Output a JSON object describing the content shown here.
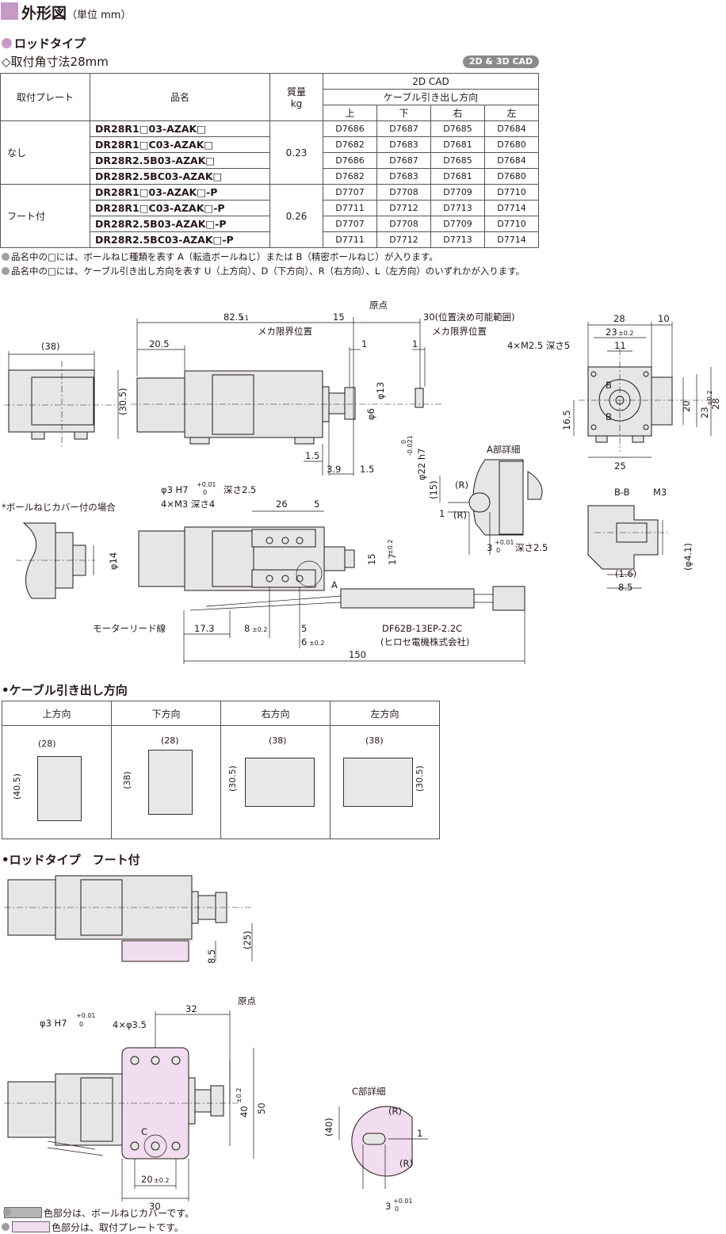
{
  "header": {
    "title": "外形図",
    "unit": "（単位 mm）"
  },
  "section1": {
    "title": "ロッドタイプ",
    "subtitle": "◇取付角寸法28mm",
    "cad_badge": "2D & 3D CAD"
  },
  "table": {
    "col_plate": "取付プレート",
    "col_name": "品名",
    "col_mass": "質量",
    "col_mass_unit": "kg",
    "col_cad": "2D CAD",
    "col_cable": "ケーブル引き出し方向",
    "dirs": [
      "上",
      "下",
      "右",
      "左"
    ],
    "groups": [
      {
        "plate": "なし",
        "mass": "0.23",
        "rows": [
          {
            "name": "DR28R1□03-AZAK□",
            "codes": [
              "D7686",
              "D7687",
              "D7685",
              "D7684"
            ]
          },
          {
            "name": "DR28R1□C03-AZAK□",
            "codes": [
              "D7682",
              "D7683",
              "D7681",
              "D7680"
            ]
          },
          {
            "name": "DR28R2.5B03-AZAK□",
            "codes": [
              "D7686",
              "D7687",
              "D7685",
              "D7684"
            ]
          },
          {
            "name": "DR28R2.5BC03-AZAK□",
            "codes": [
              "D7682",
              "D7683",
              "D7681",
              "D7680"
            ]
          }
        ]
      },
      {
        "plate": "フート付",
        "mass": "0.26",
        "rows": [
          {
            "name": "DR28R1□03-AZAK□-P",
            "codes": [
              "D7707",
              "D7708",
              "D7709",
              "D7710"
            ]
          },
          {
            "name": "DR28R1□C03-AZAK□-P",
            "codes": [
              "D7711",
              "D7712",
              "D7713",
              "D7714"
            ]
          },
          {
            "name": "DR28R2.5B03-AZAK□-P",
            "codes": [
              "D7707",
              "D7708",
              "D7709",
              "D7710"
            ]
          },
          {
            "name": "DR28R2.5BC03-AZAK□-P",
            "codes": [
              "D7711",
              "D7712",
              "D7713",
              "D7714"
            ]
          }
        ]
      }
    ]
  },
  "notes": [
    "品名中の□には、ボールねじ種類を表す A（転造ボールねじ）または B（精密ボールねじ）が入ります。",
    "品名中の□には、ケーブル引き出し方向を表す U（上方向）、D（下方向）、R（右方向）、L（左方向）のいずれかが入ります。"
  ],
  "drawing1": {
    "labels": [
      "原点",
      "82.5",
      "±1",
      "15",
      "30(位置決め可能範囲)",
      "メカ限界位置",
      "メカ限界位置",
      "1",
      "1",
      "(38)",
      "20.5",
      "(30.5)",
      "φ13",
      "φ6",
      "1.5",
      "3.9",
      "1.5",
      "φ22 h7",
      "0",
      "-0.021",
      "28",
      "10",
      "23",
      "±0.2",
      "11",
      "4×M2.5 深さ5",
      "B",
      "B",
      "20",
      "23",
      "±0.2",
      "28",
      "16.5",
      "25"
    ]
  },
  "drawing2": {
    "labels": [
      "*ボールねじカバー付の場合",
      "φ3 H7",
      "+0.01",
      "0",
      "深さ2.5",
      "4×M3 深さ4",
      "26",
      "5",
      "φ14",
      "15",
      "17",
      "±0.2",
      "A",
      "モーターリード線",
      "17.3",
      "8",
      "±0.2",
      "5",
      "6",
      "±0.2",
      "150",
      "DF62B-13EP-2.2C",
      "(ヒロセ電機株式会社)",
      "A部詳細",
      "(15)",
      "(R)",
      "(R)",
      "1",
      "3",
      "+0.01",
      "0",
      "深さ2.5",
      "B-B",
      "M3",
      "(φ4.1)",
      "(1.6)",
      "8.5"
    ]
  },
  "cable_section": {
    "title": "ケーブル引き出し方向",
    "headers": [
      "上方向",
      "下方向",
      "右方向",
      "左方向"
    ],
    "dims": [
      [
        "(28)",
        "(40.5)"
      ],
      [
        "(28)",
        "(38)"
      ],
      [
        "(38)",
        "(30.5)"
      ],
      [
        "(38)",
        "(30.5)"
      ]
    ]
  },
  "foot_section": {
    "title": "ロッドタイプ　フート付",
    "labels": [
      "8.5",
      "(25)",
      "原点",
      "32",
      "φ3 H7",
      "+0.01",
      "0",
      "4×φ3.5",
      "40",
      "±0.2",
      "50",
      "C",
      "20",
      "±0.2",
      "30",
      "C部詳細",
      "(40)",
      "(R)",
      "(R)",
      "1",
      "3",
      "+0.01",
      "0"
    ]
  },
  "legend": [
    "色部分は、ボールねじカバーです。",
    "色部分は、取付プレートです。"
  ],
  "colors": {
    "accent": "#c59ac7",
    "cover": "#b5b5b5",
    "plate": "#f2dcef"
  }
}
